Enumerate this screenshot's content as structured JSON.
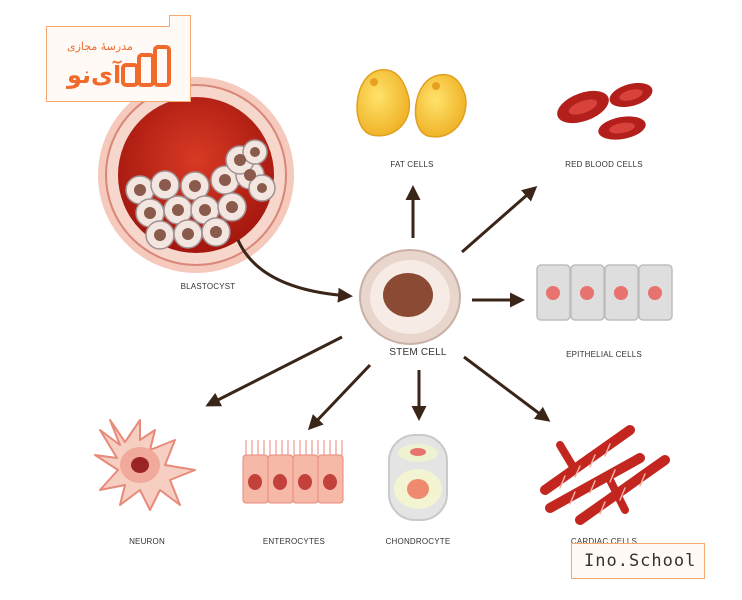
{
  "labels": {
    "blastocyst": "BLASTOCYST",
    "stem_cell": "STEM CELL",
    "fat_cells": "FAT CELLS",
    "red_blood_cells": "RED BLOOD CELLS",
    "epithelial_cells": "EPITHELIAL CELLS",
    "neuron": "NEURON",
    "enterocytes": "ENTEROCYTES",
    "chondrocyte": "CHONDROCYTE",
    "cardiac_cells": "CARDIAC CELLS"
  },
  "logo": {
    "subtitle": "مدرسهٔ مجازی",
    "title": "آی‌نو"
  },
  "brand": {
    "text": "Ino.School"
  },
  "colors": {
    "arrow": "#3b2418",
    "brand_orange": "#ef6a2b",
    "fat": "#f4c542",
    "blood": "#b3201c",
    "cell_pink": "#e8736e"
  }
}
